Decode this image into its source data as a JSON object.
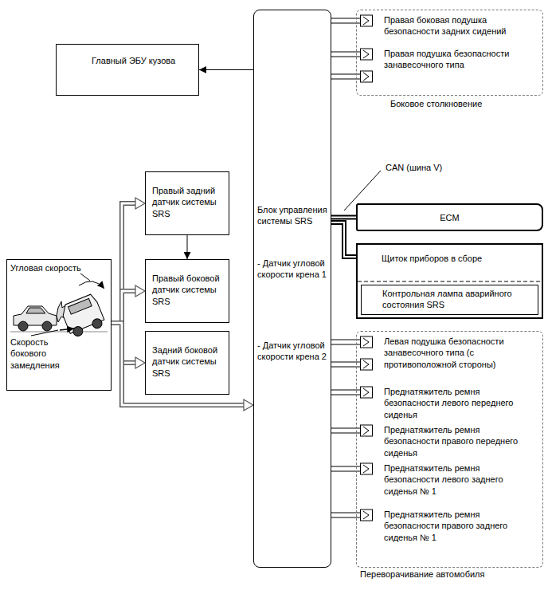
{
  "diagram": {
    "nodes": [
      {
        "text": [
          "Главный ЭБУ кузова"
        ]
      },
      {
        "text": [
          "Блок управления системы SRS",
          "- Датчик угловой скорости крена 1",
          "- Датчик угловой скорости крена 2"
        ]
      },
      {
        "text": [
          "Боковое столкновение"
        ]
      },
      {
        "text": [
          "Правая боковая подушка безопасности задних сидений"
        ],
        "in": 2
      },
      {
        "text": [
          "Правая подушка безопасности занавесочного типа"
        ],
        "in": 2
      },
      {
        "text": [
          "Угловая скорость",
          "Скорость бокового замедления"
        ]
      },
      {
        "text": [
          "Правый задний датчик системы SRS"
        ]
      },
      {
        "text": [
          "Правый боковой датчик системы SRS"
        ]
      },
      {
        "text": [
          "Задний боковой датчик системы SRS"
        ]
      },
      {
        "text": [
          "ECM"
        ]
      },
      {
        "text": [
          "Щиток приборов в сборе"
        ]
      },
      {
        "text": [
          "Контрольная лампа аварийного состояния SRS"
        ],
        "in": 10
      },
      {
        "text": [
          "Переворачивание автомобиля"
        ]
      },
      {
        "text": [
          "Левая подушка безопасности занавесочного типа (с противоположной стороны)"
        ],
        "in": 12
      },
      {
        "text": [
          "Преднатяжитель ремня безопасности левого переднего сиденья"
        ],
        "in": 12
      },
      {
        "text": [
          "Преднатяжитель ремня безопасности правого переднего сиденья"
        ],
        "in": 12
      },
      {
        "text": [
          "Преднатяжитель ремня безопасности левого заднего сиденья № 1"
        ],
        "in": 12
      },
      {
        "text": [
          "Преднатяжитель ремня безопасности правого заднего сиденья № 1"
        ],
        "in": 12
      }
    ],
    "edges": [
      {
        "from": 1,
        "to": 0,
        "arrow": "to"
      },
      {
        "from": 6,
        "to": 7,
        "arrow": "to"
      },
      {
        "from": 5,
        "to": 6,
        "arrow": "to"
      },
      {
        "from": 5,
        "to": 7,
        "arrow": "to"
      },
      {
        "from": 5,
        "to": 8,
        "arrow": "to"
      },
      {
        "from": 5,
        "to": 1,
        "arrow": "to"
      },
      {
        "from": 1,
        "to": 9,
        "arrow": "none"
      },
      {
        "from": 1,
        "to": 10,
        "arrow": "none"
      },
      {
        "from": 1,
        "to": 3,
        "arrow": "none"
      },
      {
        "from": 1,
        "to": 4,
        "arrow": "none"
      },
      {
        "from": 1,
        "to": 13,
        "arrow": "none"
      },
      {
        "from": 1,
        "to": 14,
        "arrow": "none"
      },
      {
        "from": 1,
        "to": 15,
        "arrow": "none"
      },
      {
        "from": 1,
        "to": 16,
        "arrow": "none"
      },
      {
        "from": 1,
        "to": 17,
        "arrow": "none"
      }
    ],
    "labels": [
      "CAN (шина V)"
    ]
  }
}
